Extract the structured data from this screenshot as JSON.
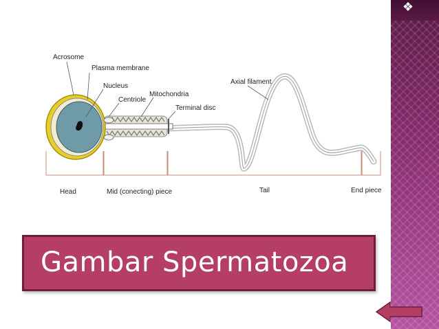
{
  "slide": {
    "bullet": "❖",
    "title": "Gambar Spermatozoa"
  },
  "diagram": {
    "labels": {
      "acrosome": "Acrosome",
      "plasma_membrane": "Plasma membrane",
      "nucleus": "Nucleus",
      "centriole": "Centriole",
      "mitochondria": "Mitochondria",
      "terminal_disc": "Terminal disc",
      "axial_filament": "Axial filament",
      "head": "Head",
      "mid_piece": "Mid (conecting) piece",
      "tail": "Tail",
      "end_piece": "End piece"
    }
  },
  "colors": {
    "title_bg": "#b43e64",
    "title_border": "#6d1e3c",
    "band_top": "#5a1a45",
    "band_bottom": "#b653a2",
    "head_fill": "#6f9aa8",
    "acrosome": "#e6cf2c"
  },
  "icons": {
    "back": "left-arrow-icon"
  }
}
